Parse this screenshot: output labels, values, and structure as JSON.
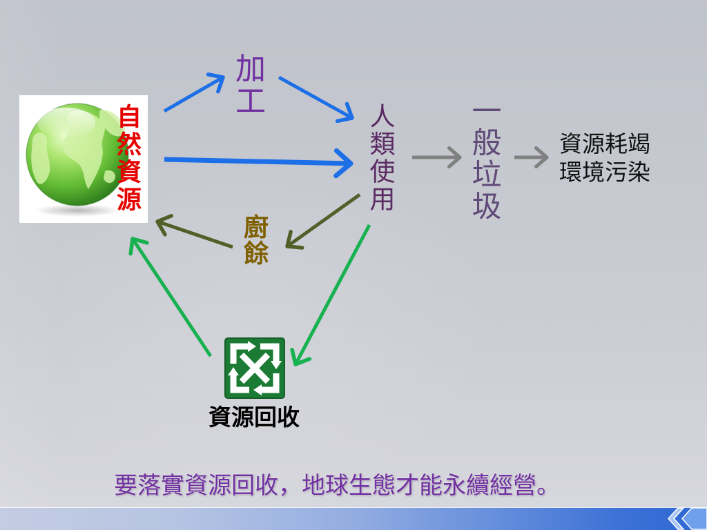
{
  "slide": {
    "nodes": {
      "natural_resources": "自然資源",
      "processing": "加工",
      "human_use": "人類使用",
      "general_garbage": "一般垃圾",
      "outcomes": [
        "資源耗竭",
        "環境污染"
      ],
      "food_waste": "廚餘",
      "recycling": "資源回收"
    },
    "footer_message": "要落實資源回收，地球生態才能永續經營。"
  },
  "icons": {
    "globe": "globe-icon",
    "recycling_logo": "recycle-icon",
    "bar_decoration": "double-chevron-left-icon"
  },
  "colors": {
    "natural_resources_text": "#e60000",
    "processing_text": "#7030a0",
    "human_use_text": "#5a2b63",
    "general_garbage_text": "#604a78",
    "food_waste_text": "#7f6000",
    "outcomes_text": "#111111",
    "recycling_text": "#000000",
    "footer_text": "#7030a0",
    "arrow_blue": "#1c6fe6",
    "arrow_gray": "#808080",
    "arrow_olive": "#515f29",
    "arrow_green": "#17b150",
    "recycle_logo_green": "#1b7b35",
    "globe_green": "#62bb34",
    "footer_bar_blue": "#2f67d3"
  }
}
